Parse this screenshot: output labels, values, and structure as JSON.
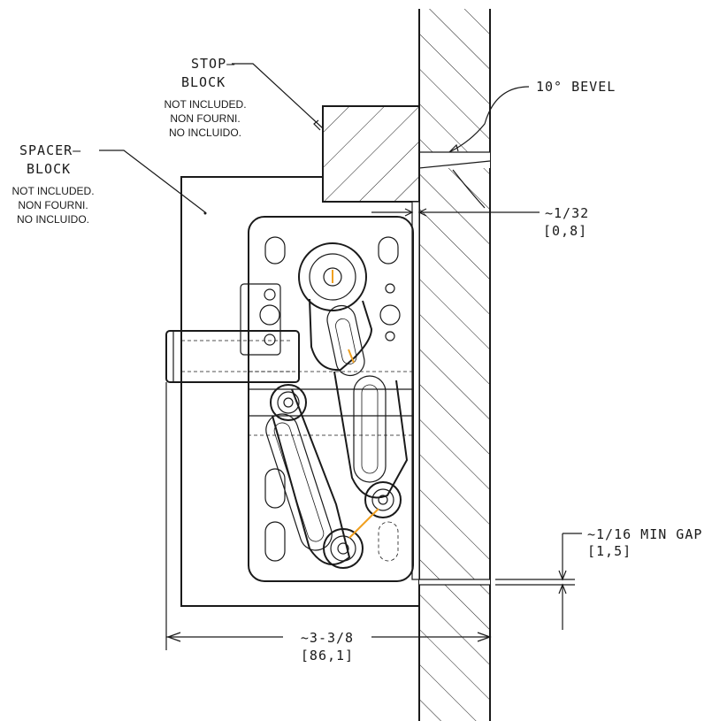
{
  "labels": {
    "stop_block": "STOP—",
    "stop_block_2": "BLOCK",
    "spacer_block": "SPACER—",
    "spacer_block_2": "BLOCK",
    "not_included_en": "NOT INCLUDED.",
    "not_included_fr": "NON FOURNI.",
    "not_included_es": "NO INCLUIDO.",
    "bevel": "10° BEVEL",
    "gap_top_in": "~1/32",
    "gap_top_mm": "[0,8]",
    "min_gap_in": "~1/16 MIN GAP",
    "min_gap_mm": "[1,5]",
    "width_in": "~3-3/8",
    "width_mm": "[86,1]"
  },
  "colors": {
    "line": "#1a1a1a",
    "accent": "#f0a020",
    "background": "#ffffff"
  }
}
